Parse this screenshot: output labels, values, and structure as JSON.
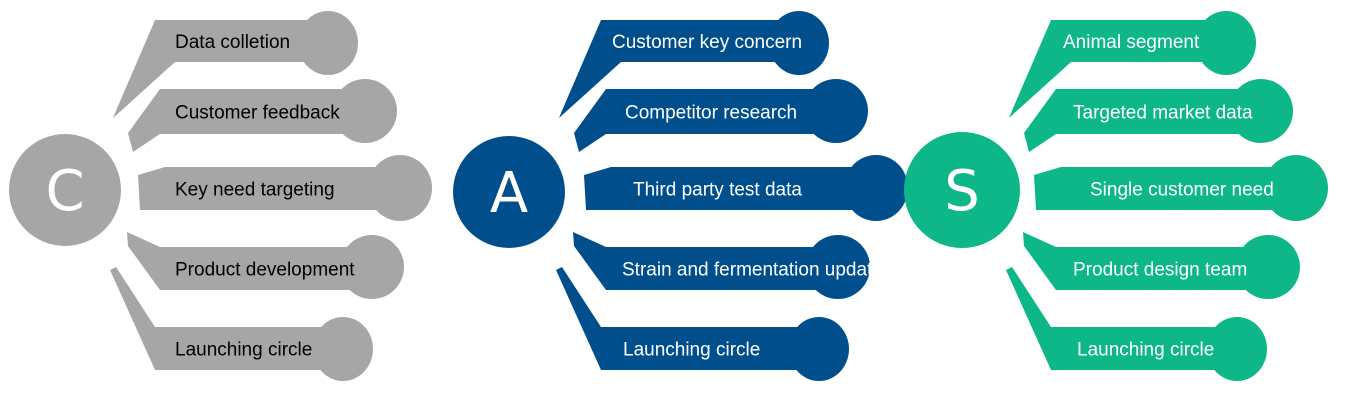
{
  "groups": [
    {
      "letter": "C",
      "color": "#a6a6a6",
      "text_color": "#000000",
      "items": [
        "Data colletion",
        "Customer feedback",
        "Key need targeting",
        "Product development",
        "Launching circle"
      ]
    },
    {
      "letter": "A",
      "color": "#004f8c",
      "text_color": "#ffffff",
      "items": [
        "Customer key concern",
        "Competitor research",
        "Third party test data",
        "Strain and fermentation update",
        "Launching circle"
      ]
    },
    {
      "letter": "S",
      "color": "#0db787",
      "text_color": "#ffffff",
      "items": [
        "Animal segment",
        "Targeted market data",
        "Single customer need",
        "Product design team",
        "Launching circle"
      ]
    }
  ]
}
